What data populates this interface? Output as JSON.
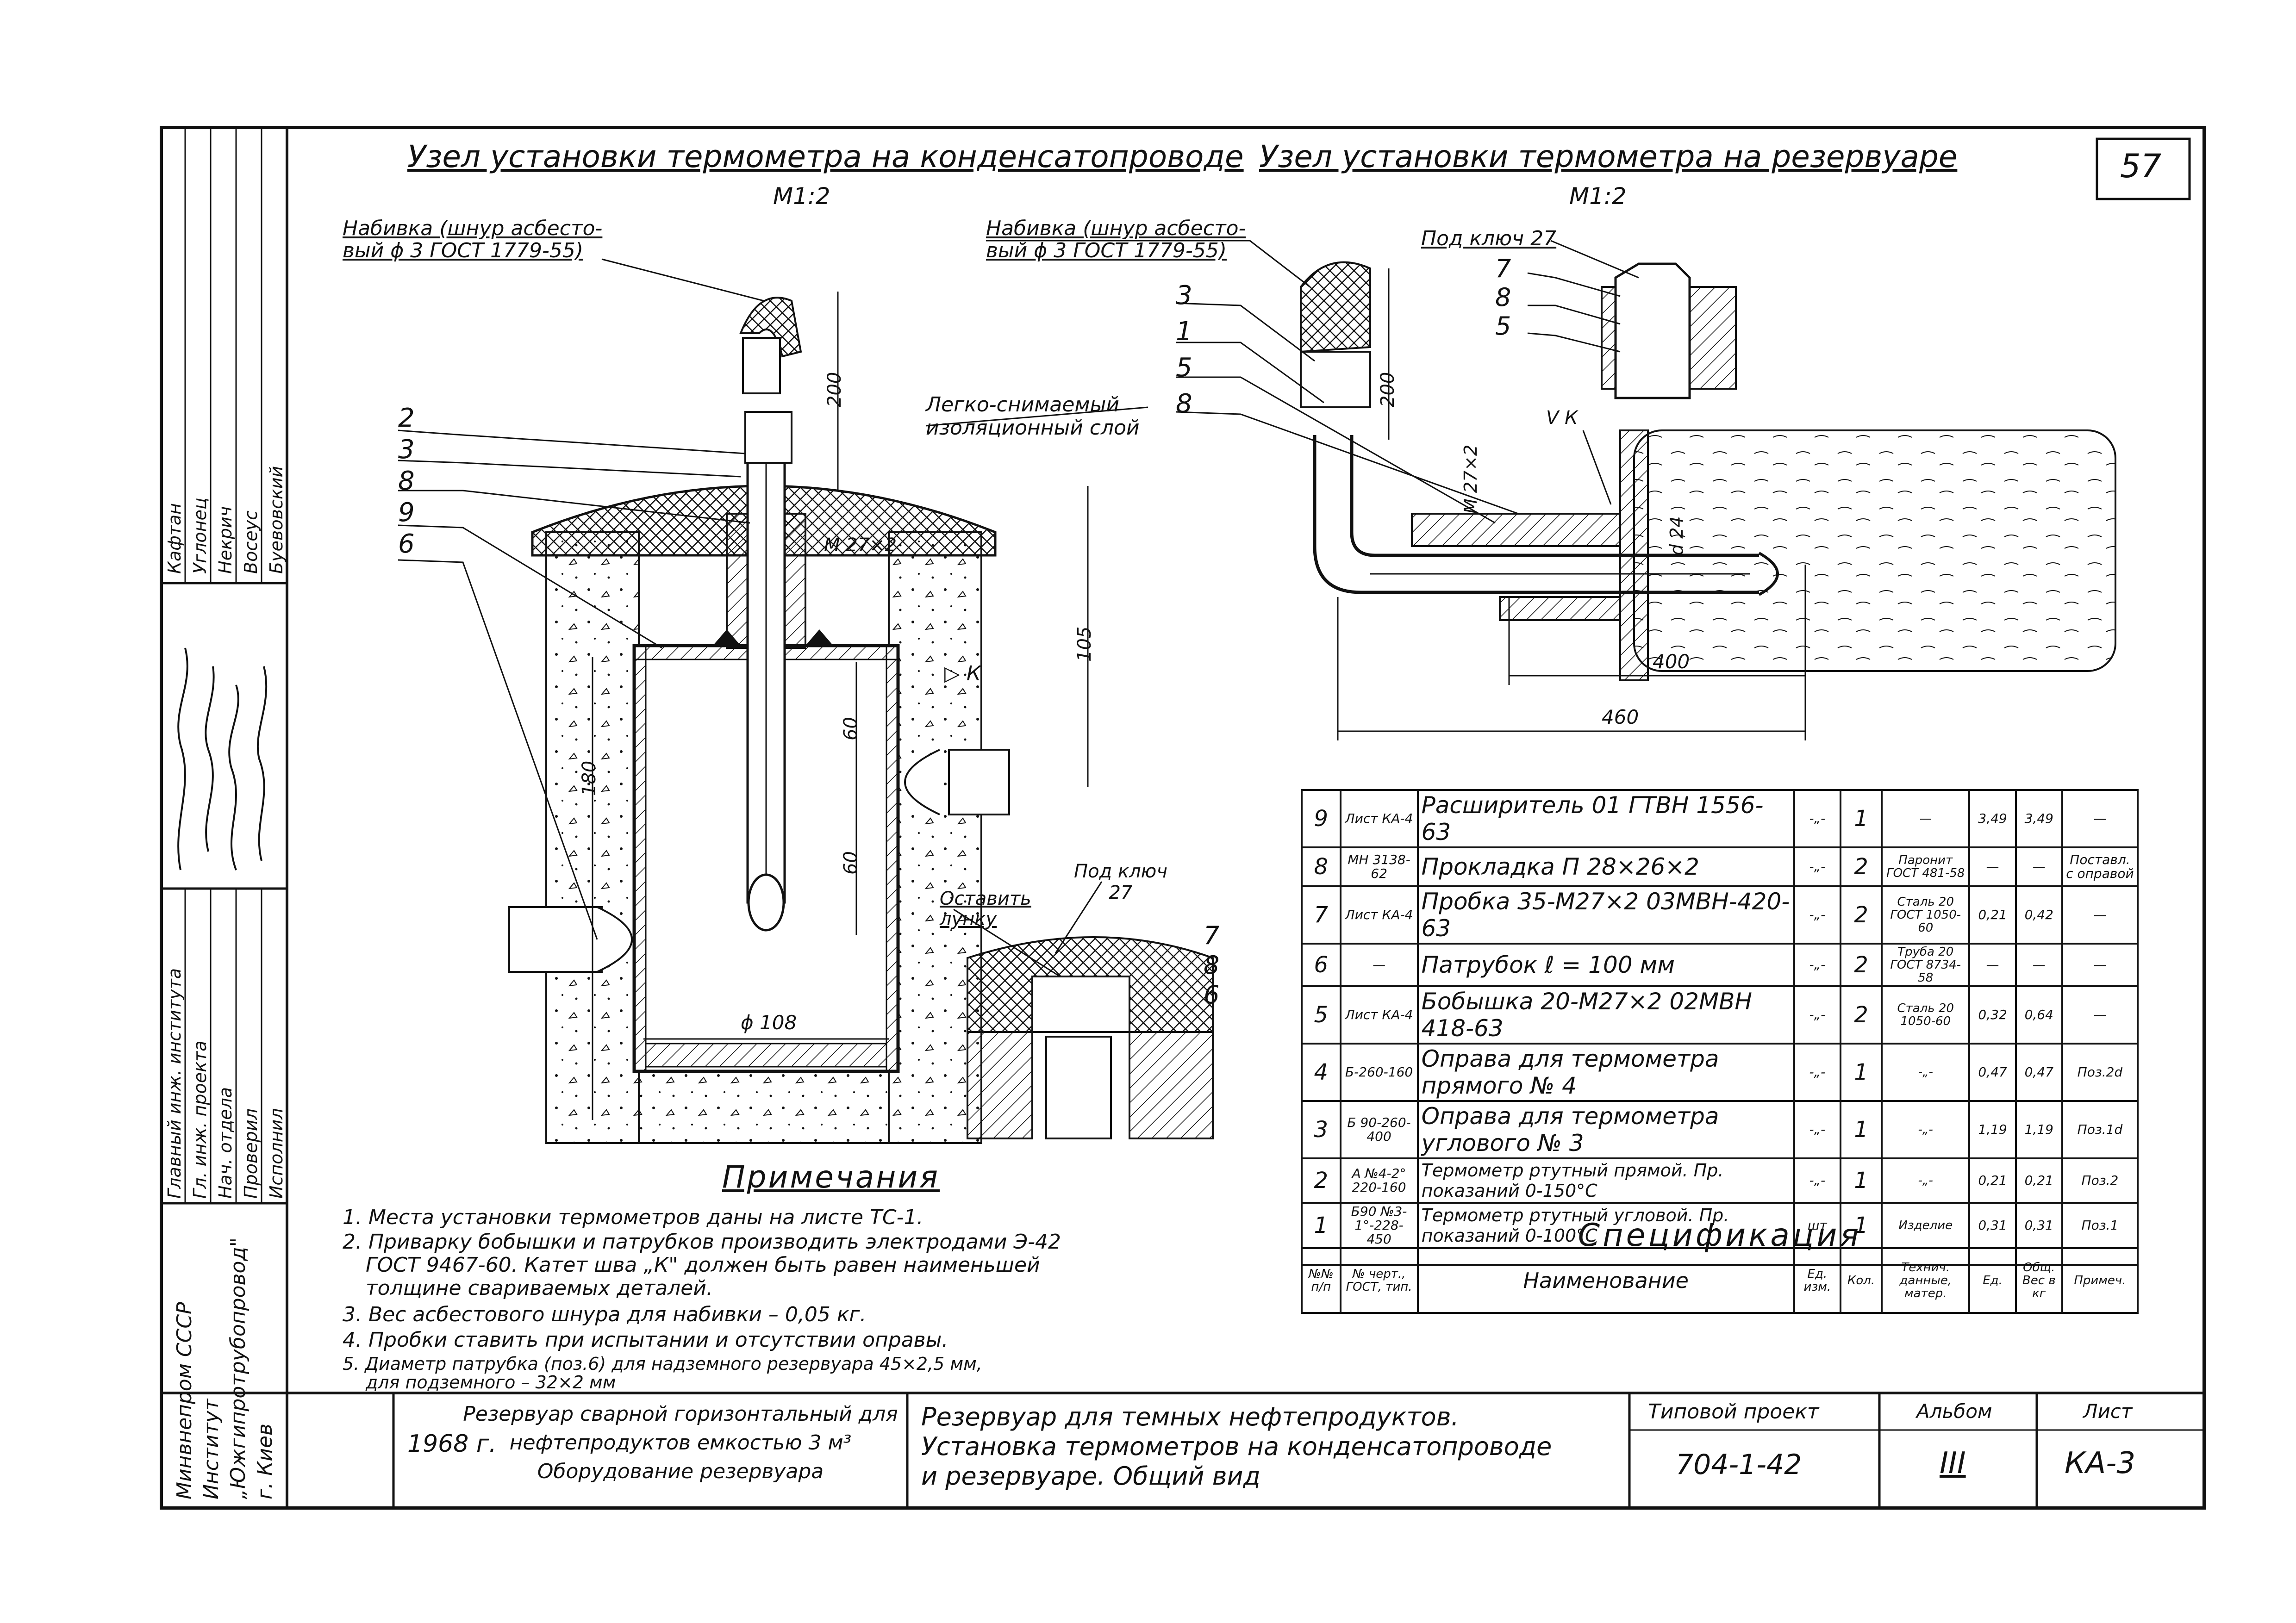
{
  "sheet_number": "57",
  "left_view": {
    "title": "Узел установки термометра на конденсатопроводе",
    "scale": "М1:2",
    "packing_note": [
      "Набивка (шнур асбесто-",
      "вый ϕ 3 ГОСТ 1779-55)"
    ],
    "insulation_note": [
      "Легко-снимаемый",
      "изоляционный слой"
    ],
    "callouts": [
      "2",
      "3",
      "8",
      "9",
      "6"
    ],
    "dims": {
      "d200": "200",
      "d105": "105",
      "d180": "180",
      "d60a": "60",
      "d60b": "60",
      "d108": "ϕ 108",
      "thread": "M 27×2",
      "weld": "К"
    }
  },
  "right_view": {
    "title": "Узел установки термометра на резервуаре",
    "scale": "М1:2",
    "packing_note": [
      "Набивка (шнур асбесто-",
      "вый ϕ 3 ГОСТ 1779-55)"
    ],
    "key_note": "Под ключ 27",
    "callouts_left": [
      "3",
      "1",
      "5",
      "8"
    ],
    "callouts_right": [
      "7",
      "8",
      "5"
    ],
    "dims": {
      "d200": "200",
      "thread": "M 27×2",
      "weld": "К",
      "d24": "d 24",
      "d400": "400",
      "d460": "460"
    }
  },
  "detail": {
    "key_note": [
      "Под ключ",
      "27"
    ],
    "leave_note": [
      "Оставить",
      "лунку"
    ],
    "callouts": [
      "7",
      "8",
      "6"
    ]
  },
  "signatures": {
    "roles": [
      "Главный инж. института",
      "Гл. инж. проекта",
      "Нач. отдела",
      "Проверил",
      "Исполнил"
    ],
    "names": [
      "Кафтан",
      "Углонец",
      "Некрич",
      "Восеус",
      "Буевовский"
    ]
  },
  "institute": [
    "Минвнепром СССР",
    "Институт",
    "„Южгипротрубопровод\"",
    "г. Киев"
  ],
  "notes": {
    "title": "Примечания",
    "items": [
      "1. Места установки термометров даны на листе ТС-1.",
      "2. Приварку бобышки и патрубков производить электродами Э-42",
      "ГОСТ 9467-60. Катет шва „К\" должен быть равен наименьшей",
      "толщине свариваемых деталей.",
      "3. Вес асбестового шнура для набивки – 0,05 кг.",
      "4. Пробки ставить при испытании и отсутствии оправы.",
      "5. Диаметр патрубка (поз.6) для надземного резервуара 45×2,5 мм,",
      "для подземного – 32×2 мм"
    ]
  },
  "spec": {
    "caption": "Спецификация",
    "header": {
      "pos": "№№ п/п",
      "doc": "№ черт., ГОСТ, тип.",
      "name": "Наименование",
      "unit": "Ед. изм.",
      "qty": "Кол.",
      "material": "Технич. данные, матер.",
      "unit_weight": "Ед.",
      "total_weight": "Общ.",
      "weight_label": "Вес в кг",
      "note": "Примеч."
    },
    "rows": [
      {
        "pos": "9",
        "doc": "Лист КА-4",
        "name": "Расширитель 01 ГТВН 1556-63",
        "unit": "-„-",
        "qty": "1",
        "material": "—",
        "w1": "3,49",
        "w2": "3,49",
        "note": "—"
      },
      {
        "pos": "8",
        "doc": "МН 3138-62",
        "name": "Прокладка П 28×26×2",
        "unit": "-„-",
        "qty": "2",
        "material": "Паронит ГОСТ 481-58",
        "w1": "—",
        "w2": "—",
        "note": "Поставл. с оправой"
      },
      {
        "pos": "7",
        "doc": "Лист КА-4",
        "name": "Пробка 35-М27×2 03МВН-420-63",
        "unit": "-„-",
        "qty": "2",
        "material": "Сталь 20 ГОСТ 1050-60",
        "w1": "0,21",
        "w2": "0,42",
        "note": "—"
      },
      {
        "pos": "6",
        "doc": "—",
        "name": "Патрубок ℓ = 100 мм",
        "unit": "-„-",
        "qty": "2",
        "material": "Труба 20 ГОСТ 8734-58",
        "w1": "—",
        "w2": "—",
        "note": "—"
      },
      {
        "pos": "5",
        "doc": "Лист КА-4",
        "name": "Бобышка 20-М27×2 02МВН 418-63",
        "unit": "-„-",
        "qty": "2",
        "material": "Сталь 20 1050-60",
        "w1": "0,32",
        "w2": "0,64",
        "note": "—"
      },
      {
        "pos": "4",
        "doc": "Б-260-160",
        "name": "Оправа для термометра прямого № 4",
        "unit": "-„-",
        "qty": "1",
        "material": "-„-",
        "w1": "0,47",
        "w2": "0,47",
        "note": "Поз.2d"
      },
      {
        "pos": "3",
        "doc": "Б 90-260-400",
        "name": "Оправа для термометра углового № 3",
        "unit": "-„-",
        "qty": "1",
        "material": "-„-",
        "w1": "1,19",
        "w2": "1,19",
        "note": "Поз.1d"
      },
      {
        "pos": "2",
        "doc": "А №4-2° 220-160",
        "name": "Термометр ртутный прямой. Пр. показаний 0-150°С",
        "unit": "-„-",
        "qty": "1",
        "material": "-„-",
        "w1": "0,21",
        "w2": "0,21",
        "note": "Поз.2"
      },
      {
        "pos": "1",
        "doc": "Б90 №3-1°-228-450",
        "name": "Термометр ртутный угловой. Пр. показаний 0-100°С",
        "unit": "шт",
        "qty": "1",
        "material": "Изделие",
        "w1": "0,31",
        "w2": "0,31",
        "note": "Поз.1"
      }
    ]
  },
  "title_block": {
    "year": "1968 г.",
    "subject": [
      "Резервуар сварной горизонтальный для",
      "нефтепродуктов емкостью   3  м³",
      "Оборудование резервуара"
    ],
    "drawing": [
      "Резервуар для темных нефтепродуктов.",
      "Установка термометров на конденсатопроводе",
      "и резервуаре.  Общий вид"
    ],
    "project_label": "Типовой проект",
    "project": "704-1-42",
    "album_label": "Альбом",
    "album": "III",
    "sheet_label": "Лист",
    "sheet": "КА-3"
  }
}
